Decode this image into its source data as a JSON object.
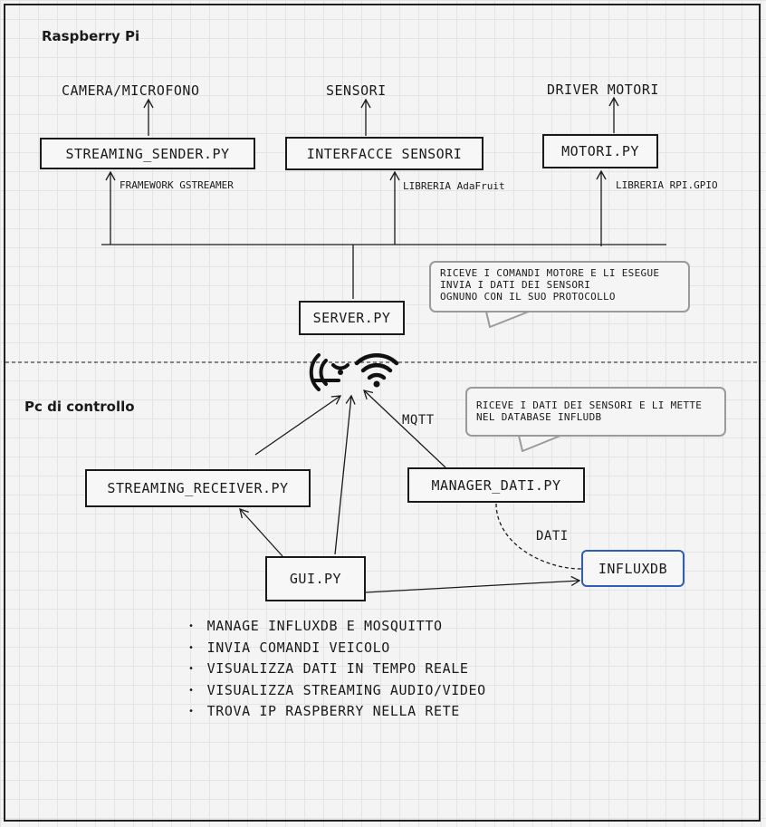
{
  "sections": {
    "raspberry": "Raspberry Pi",
    "pc": "Pc di controllo"
  },
  "hardware": {
    "camera": "CAMERA/MICROFONO",
    "sensors": "SENSORI",
    "motors": "DRIVER MOTORI"
  },
  "nodes": {
    "streaming_sender": "STREAMING_SENDER.PY",
    "interfacce": "INTERFACCE SENSORI",
    "motori": "MOTORI.PY",
    "server": "SERVER.PY",
    "streaming_receiver": "STREAMING_RECEIVER.PY",
    "manager_dati": "MANAGER_DATI.PY",
    "gui": "GUI.PY",
    "influxdb": "INFLUXDB"
  },
  "edge_labels": {
    "gstreamer": "FRAMEWORK GSTREAMER",
    "adafruit": "LIBRERIA AdaFruit",
    "rpigpio": "LIBRERIA RPI.GPIO",
    "mqtt": "MQTT",
    "dati": "DATI"
  },
  "notes": {
    "server": [
      "RICEVE I COMANDI MOTORE E LI ESEGUE",
      "INVIA I DATI DEI SENSORI",
      "OGNUNO CON IL SUO PROTOCOLLO"
    ],
    "manager": [
      "RICEVE I DATI DEI SENSORI E LI METTE",
      "NEL DATABASE INFLUDB"
    ]
  },
  "gui_features": [
    "MANAGE INFLUXDB E MOSQUITTO",
    "INVIA COMANDI VEICOLO",
    "VISUALIZZA DATI IN TEMPO REALE",
    "VISUALIZZA STREAMING AUDIO/VIDEO",
    "TROVA IP RASPBERRY NELLA RETE"
  ],
  "icons": {
    "wireless_left": "signal-waves-icon",
    "wireless_right": "wifi-icon"
  },
  "colors": {
    "line": "#1a1a1a",
    "database_border": "#2f5fb4",
    "note_border": "#9a9a9a"
  }
}
